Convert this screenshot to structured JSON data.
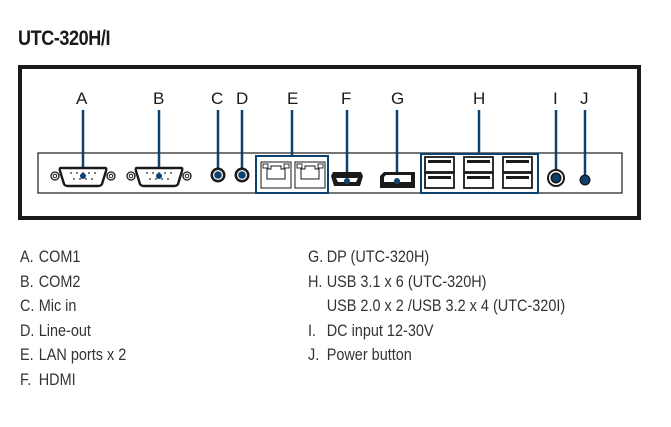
{
  "title": "UTC-320H/I",
  "colors": {
    "frame": "#1a1a1a",
    "leader": "#0d4270",
    "text": "#333333"
  },
  "ports": [
    {
      "key": "A",
      "icon": "db9-serial-port-icon"
    },
    {
      "key": "B",
      "icon": "db9-serial-port-icon"
    },
    {
      "key": "C",
      "icon": "audio-jack-icon"
    },
    {
      "key": "D",
      "icon": "audio-jack-icon"
    },
    {
      "key": "E",
      "icon": "rj45-lan-port-icon"
    },
    {
      "key": "F",
      "icon": "hdmi-port-icon"
    },
    {
      "key": "G",
      "icon": "displayport-icon"
    },
    {
      "key": "H",
      "icon": "usb-port-icon"
    },
    {
      "key": "I",
      "icon": "dc-jack-icon"
    },
    {
      "key": "J",
      "icon": "power-button-icon"
    }
  ],
  "legend_left": [
    {
      "key": "A.",
      "text": "COM1"
    },
    {
      "key": "B.",
      "text": "COM2"
    },
    {
      "key": "C.",
      "text": "Mic in"
    },
    {
      "key": "D.",
      "text": "Line-out"
    },
    {
      "key": "E.",
      "text": "LAN ports x 2"
    },
    {
      "key": "F.",
      "text": "HDMI"
    }
  ],
  "legend_right": [
    {
      "key": "G.",
      "text": "DP (UTC-320H)"
    },
    {
      "key": "H.",
      "text": "USB 3.1 x 6 (UTC-320H)",
      "continuation": "USB 2.0 x 2 /USB 3.2 x 4 (UTC-320I)"
    },
    {
      "key": "I.",
      "text": "DC input 12-30V"
    },
    {
      "key": "J.",
      "text": "Power button"
    }
  ]
}
